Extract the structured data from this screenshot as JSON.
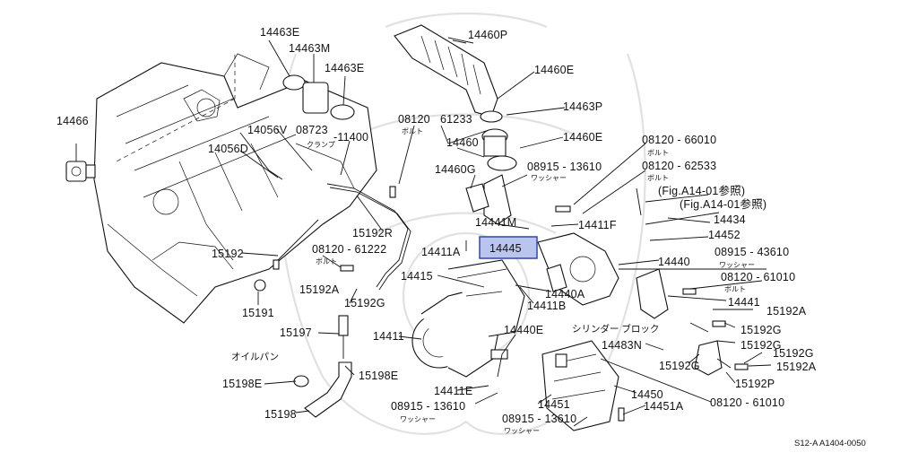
{
  "diagram": {
    "footer_code": "S12-A A1404-0050",
    "highlighted_part": "14445",
    "labels": [
      {
        "id": "l14463E_a",
        "text": "14463E"
      },
      {
        "id": "l14463M",
        "text": "14463M"
      },
      {
        "id": "l14463E_b",
        "text": "14463E"
      },
      {
        "id": "l14460P",
        "text": "14460P"
      },
      {
        "id": "l14460E_a",
        "text": "14460E"
      },
      {
        "id": "l14463P",
        "text": "14463P"
      },
      {
        "id": "l14460E_b",
        "text": "14460E"
      },
      {
        "id": "l14466",
        "text": "14466"
      },
      {
        "id": "l14056V",
        "text": "14056V"
      },
      {
        "id": "l08723",
        "text": "08723"
      },
      {
        "id": "l11400",
        "text": "-11400"
      },
      {
        "id": "l14056D",
        "text": "14056D"
      },
      {
        "id": "l08120a",
        "text": "08120"
      },
      {
        "id": "l61233",
        "text": "61233"
      },
      {
        "id": "l14460",
        "text": "14460"
      },
      {
        "id": "l14460G",
        "text": "14460G"
      },
      {
        "id": "l08915_13610a",
        "text": "08915 - 13610"
      },
      {
        "id": "l08120_66010",
        "text": "08120 - 66010"
      },
      {
        "id": "l08120_62533",
        "text": "08120 - 62533"
      },
      {
        "id": "lfig1",
        "text": "(Fig.A14-01参照)"
      },
      {
        "id": "lfig2",
        "text": "(Fig.A14-01参照)"
      },
      {
        "id": "l14441M",
        "text": "14441M"
      },
      {
        "id": "l14411F",
        "text": "14411F"
      },
      {
        "id": "l14434",
        "text": "14434"
      },
      {
        "id": "l14452",
        "text": "14452"
      },
      {
        "id": "l15192R",
        "text": "15192R"
      },
      {
        "id": "l15192a",
        "text": "15192"
      },
      {
        "id": "l08120_61222",
        "text": "08120 - 61222"
      },
      {
        "id": "l14411A",
        "text": "14411A"
      },
      {
        "id": "l14440",
        "text": "14440"
      },
      {
        "id": "l08915_43610",
        "text": "08915 - 43610"
      },
      {
        "id": "l08120_61010a",
        "text": "08120 - 61010"
      },
      {
        "id": "l15192A_a",
        "text": "15192A"
      },
      {
        "id": "l14415",
        "text": "14415"
      },
      {
        "id": "l14440A",
        "text": "14440A"
      },
      {
        "id": "l14441",
        "text": "14441"
      },
      {
        "id": "l15192A_b",
        "text": "15192A"
      },
      {
        "id": "l15191",
        "text": "15191"
      },
      {
        "id": "l15192G_a",
        "text": "15192G"
      },
      {
        "id": "l14411B",
        "text": "14411B"
      },
      {
        "id": "l15192G_b",
        "text": "15192G"
      },
      {
        "id": "l15197",
        "text": "15197"
      },
      {
        "id": "l14411",
        "text": "14411"
      },
      {
        "id": "l14440E",
        "text": "14440E"
      },
      {
        "id": "l14483N",
        "text": "14483N"
      },
      {
        "id": "l15192G_c",
        "text": "15192G"
      },
      {
        "id": "l15192G_d",
        "text": "15192G"
      },
      {
        "id": "l15192A_c",
        "text": "15192A"
      },
      {
        "id": "l15192G_e",
        "text": "15192G"
      },
      {
        "id": "l15192P",
        "text": "15192P"
      },
      {
        "id": "l15198E_a",
        "text": "15198E"
      },
      {
        "id": "l15198E_b",
        "text": "15198E"
      },
      {
        "id": "l14411E",
        "text": "14411E"
      },
      {
        "id": "l14450",
        "text": "14450"
      },
      {
        "id": "l08120_61010b",
        "text": "08120 - 61010"
      },
      {
        "id": "l08915_13610b",
        "text": "08915 - 13610"
      },
      {
        "id": "l14451",
        "text": "14451"
      },
      {
        "id": "l14451A",
        "text": "14451A"
      },
      {
        "id": "l08915_13610c",
        "text": "08915 - 13610"
      },
      {
        "id": "l15198",
        "text": "15198"
      }
    ],
    "jp_notes": [
      {
        "id": "j_clamp",
        "text": "クランプ"
      },
      {
        "id": "j_bolt1",
        "text": "ボルト"
      },
      {
        "id": "j_washer1",
        "text": "ワッシャー"
      },
      {
        "id": "j_bolt2",
        "text": "ボルト"
      },
      {
        "id": "j_bolt3",
        "text": "ボルト"
      },
      {
        "id": "j_washer2",
        "text": "ワッシャー"
      },
      {
        "id": "j_bolt4",
        "text": "ボルト"
      },
      {
        "id": "j_bolt5",
        "text": "ボルト"
      },
      {
        "id": "j_oilpan",
        "text": "オイルパン"
      },
      {
        "id": "j_cylblock",
        "text": "シリンダー ブロック"
      },
      {
        "id": "j_washer3",
        "text": "ワッシャー"
      },
      {
        "id": "j_washer4",
        "text": "ワッシャー"
      }
    ]
  }
}
